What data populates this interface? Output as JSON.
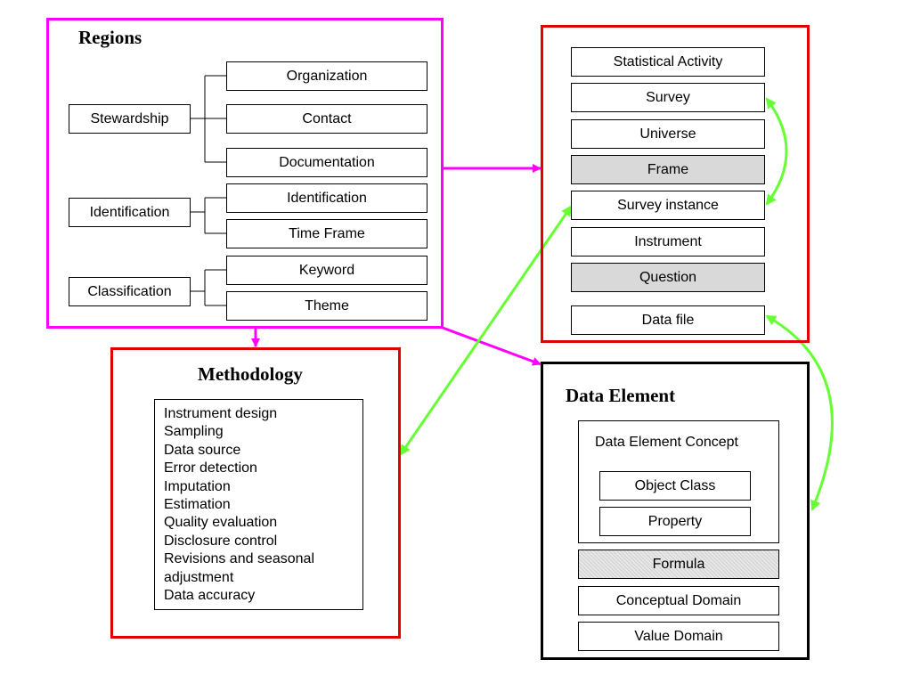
{
  "regions": {
    "title": "Regions",
    "groups": [
      {
        "label": "Stewardship",
        "items": [
          "Organization",
          "Contact",
          "Documentation"
        ]
      },
      {
        "label": "Identification",
        "items": [
          "Identification",
          "Time Frame"
        ]
      },
      {
        "label": "Classification",
        "items": [
          "Keyword",
          "Theme"
        ]
      }
    ]
  },
  "activity": {
    "items": [
      {
        "label": "Statistical Activity",
        "shaded": false
      },
      {
        "label": "Survey",
        "shaded": false
      },
      {
        "label": "Universe",
        "shaded": false
      },
      {
        "label": "Frame",
        "shaded": true
      },
      {
        "label": "Survey instance",
        "shaded": false
      },
      {
        "label": "Instrument",
        "shaded": false
      },
      {
        "label": "Question",
        "shaded": true
      },
      {
        "label": "Data file",
        "shaded": false
      }
    ]
  },
  "methodology": {
    "title": "Methodology",
    "items": [
      "Instrument design",
      "Sampling",
      "Data source",
      "Error detection",
      "Imputation",
      "Estimation",
      "Quality evaluation",
      "Disclosure control",
      "Revisions and seasonal adjustment",
      "Data accuracy"
    ]
  },
  "data_element": {
    "title": "Data Element",
    "concept": {
      "label": "Data Element Concept",
      "items": [
        "Object Class",
        "Property"
      ]
    },
    "items": [
      "Formula",
      "Conceptual Domain",
      "Value Domain"
    ]
  },
  "colors": {
    "regions_border": "#ff00ff",
    "activity_border": "#e00000",
    "methodology_border": "#e00000",
    "data_element_border": "#000000",
    "connector_magenta": "#ff00ff",
    "connector_green": "#66ff33",
    "shaded_fill": "#d9d9d9"
  }
}
